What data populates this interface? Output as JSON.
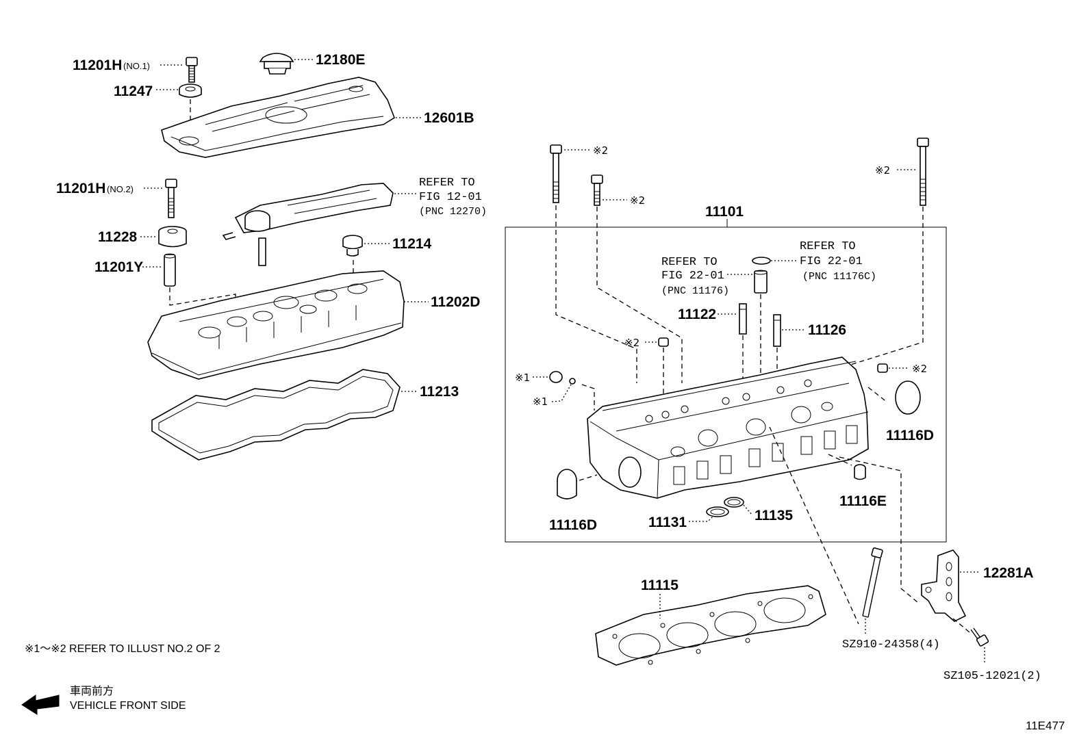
{
  "labels": {
    "p11201h_no1": "11201H",
    "p11201h_no1_suffix": "(NO.1)",
    "p12180e": "12180E",
    "p11247": "11247",
    "p12601b": "12601B",
    "p11201h_no2": "11201H",
    "p11201h_no2_suffix": "(NO.2)",
    "p11228": "11228",
    "p11201y": "11201Y",
    "p11214": "11214",
    "p11202d": "11202D",
    "p11213": "11213",
    "p11101": "11101",
    "p11122": "11122",
    "p11126": "11126",
    "p11116d_right": "11116D",
    "p11116d_left": "11116D",
    "p11116e": "11116E",
    "p11131": "11131",
    "p11135": "11135",
    "p11115": "11115",
    "p12281a": "12281A",
    "sz910": "SZ910-24358(4)",
    "sz105": "SZ105-12021(2)"
  },
  "refs": {
    "pcv": [
      "REFER TO",
      "FIG 12-01",
      "(PNC 12270)"
    ],
    "valve_left": [
      "REFER TO",
      "FIG 22-01",
      "(PNC 11176)"
    ],
    "valve_right": [
      "REFER TO",
      "FIG 22-01",
      "(PNC 11176C)"
    ]
  },
  "marks": {
    "m2_bolt_left": "※2",
    "m2_bolt_mid": "※2",
    "m2_bolt_right": "※2",
    "m2_plug_left": "※2",
    "m2_plug_right": "※2",
    "m1_plug": "※1",
    "m1_ball": "※1"
  },
  "notes": {
    "refer_illust": "※1～※2 REFER TO ILLUST NO.2 OF 2",
    "front_jp": "車両前方",
    "front_en": "VEHICLE FRONT SIDE",
    "figure_id": "11E477"
  },
  "icons": {
    "front_arrow": "left-arrow-icon"
  }
}
